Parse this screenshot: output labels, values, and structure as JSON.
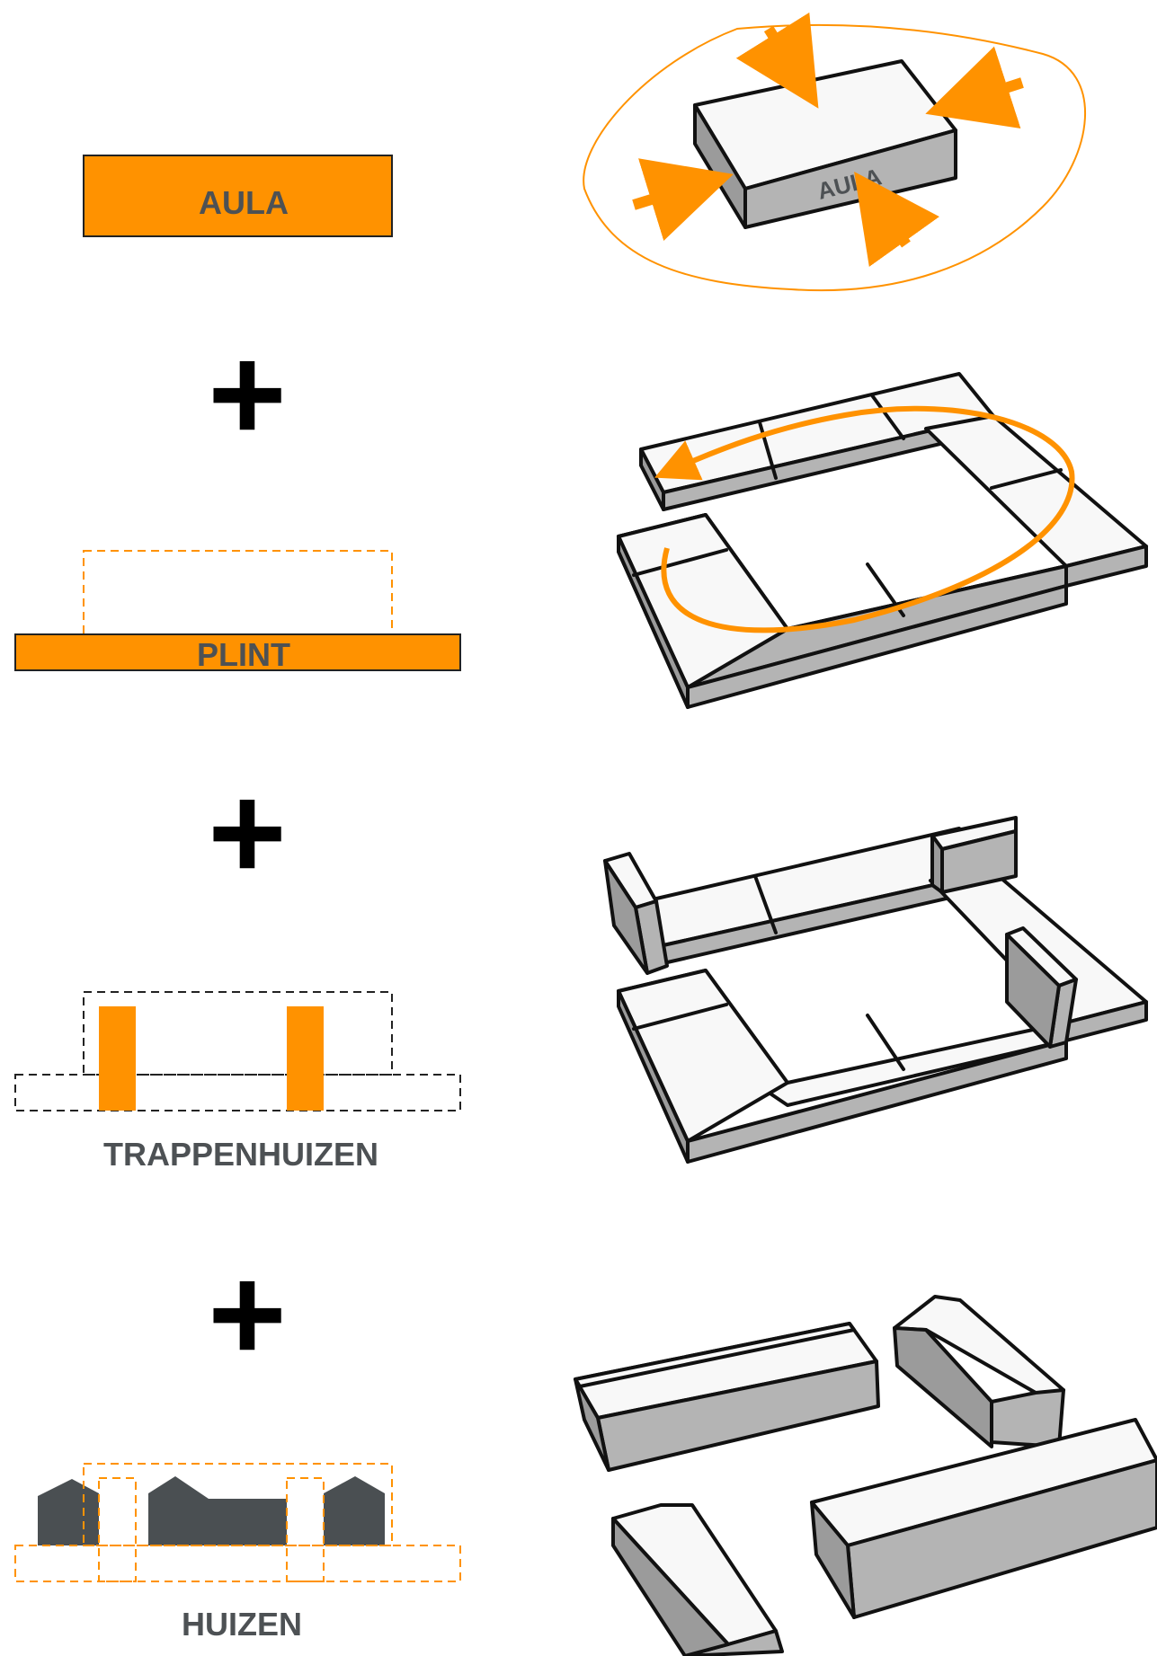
{
  "colors": {
    "accent": "#ff9200",
    "label": "#4d5154",
    "house": "#4a4f52",
    "block_top": "#f8f8f8",
    "block_side": "#b4b4b4",
    "outline": "#111111"
  },
  "steps": [
    {
      "label": "AULA"
    },
    {
      "label": "PLINT"
    },
    {
      "label": "TRAPPENHUIZEN"
    },
    {
      "label": "HUIZEN"
    }
  ],
  "iso_labels": {
    "aula": "AULA"
  },
  "plus_symbol": "+"
}
